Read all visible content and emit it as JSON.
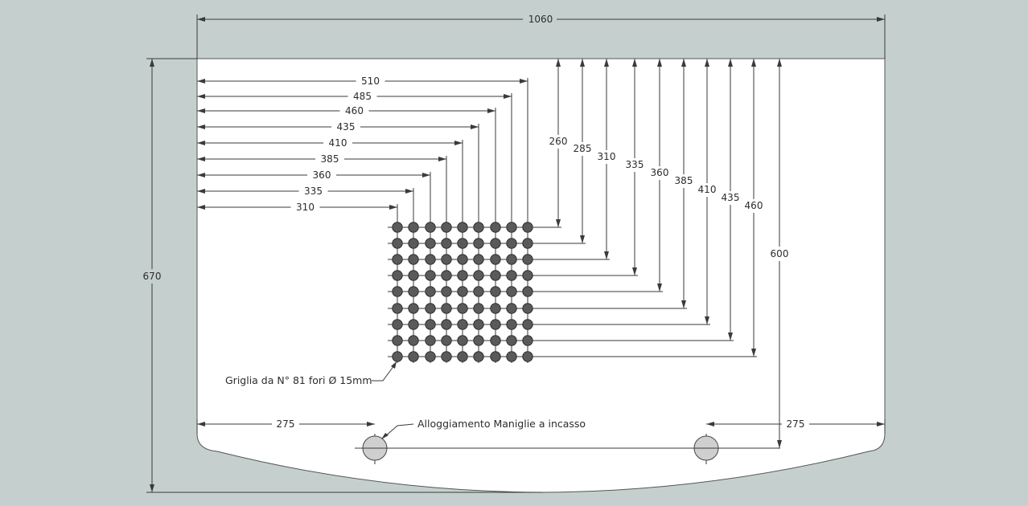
{
  "overall": {
    "width": "1060",
    "height": "670"
  },
  "horizontal_dims": [
    "310",
    "335",
    "360",
    "385",
    "410",
    "435",
    "460",
    "485",
    "510"
  ],
  "vertical_dims": [
    "260",
    "285",
    "310",
    "335",
    "360",
    "385",
    "410",
    "435",
    "460"
  ],
  "handle_depth": "600",
  "handle_left_offset": "275",
  "handle_right_offset": "275",
  "notes": {
    "grid": "Griglia da N° 81 fori Ø 15mm",
    "handles": "Alloggiamento Maniglie a incasso"
  },
  "colors": {
    "background": "#c5d0ce",
    "panel": "#ffffff",
    "hole": "#5a5a5a",
    "handle": "#cfcfcf",
    "line": "#3a3a3a"
  }
}
